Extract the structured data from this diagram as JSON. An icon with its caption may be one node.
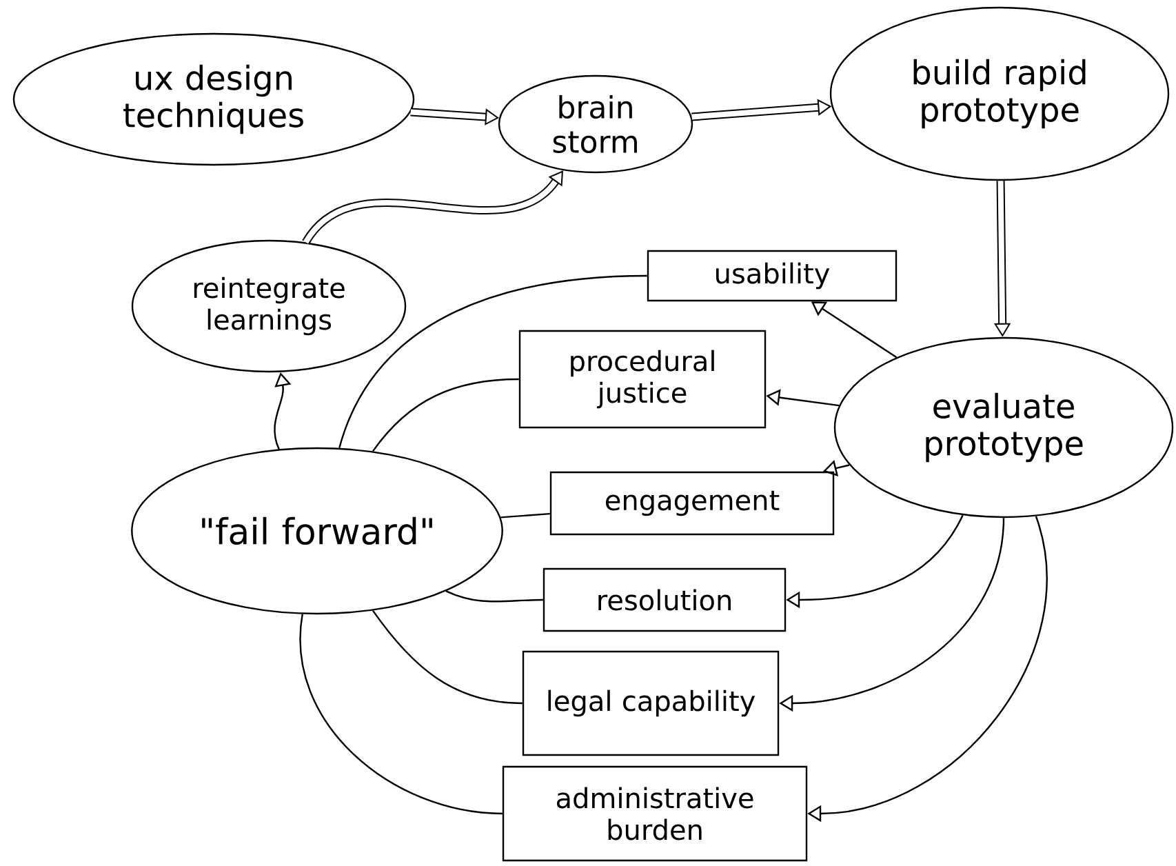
{
  "diagram": {
    "nodes": [
      {
        "text": [
          "ux design techniques"
        ]
      },
      {
        "text": [
          "brain storm"
        ]
      },
      {
        "text": [
          "build rapid prototype"
        ]
      },
      {
        "text": [
          "reintegrate learnings"
        ]
      },
      {
        "text": [
          "usability"
        ]
      },
      {
        "text": [
          "procedural justice"
        ]
      },
      {
        "text": [
          "evaluate prototype"
        ]
      },
      {
        "text": [
          "engagement"
        ]
      },
      {
        "text": [
          "\"fail forward\""
        ]
      },
      {
        "text": [
          "resolution"
        ]
      },
      {
        "text": [
          "legal capability"
        ]
      },
      {
        "text": [
          "administrative burden"
        ]
      }
    ],
    "edges": [
      {
        "from": 0,
        "to": 1,
        "arrow": "to",
        "style": "thick"
      },
      {
        "from": 1,
        "to": 2,
        "arrow": "to",
        "style": "thick"
      },
      {
        "from": 2,
        "to": 6,
        "arrow": "to",
        "style": "thick"
      },
      {
        "from": 3,
        "to": 1,
        "arrow": "to",
        "style": "thick"
      },
      {
        "from": 8,
        "to": 3,
        "arrow": "to"
      },
      {
        "from": 6,
        "to": 4,
        "arrow": "to"
      },
      {
        "from": 6,
        "to": 5,
        "arrow": "to"
      },
      {
        "from": 6,
        "to": 7,
        "arrow": "to"
      },
      {
        "from": 6,
        "to": 9,
        "arrow": "to"
      },
      {
        "from": 6,
        "to": 10,
        "arrow": "to"
      },
      {
        "from": 6,
        "to": 11,
        "arrow": "to"
      },
      {
        "from": 8,
        "to": 4,
        "arrow": "none"
      },
      {
        "from": 8,
        "to": 5,
        "arrow": "none"
      },
      {
        "from": 8,
        "to": 7,
        "arrow": "none"
      },
      {
        "from": 8,
        "to": 9,
        "arrow": "none"
      },
      {
        "from": 8,
        "to": 10,
        "arrow": "none"
      },
      {
        "from": 8,
        "to": 11,
        "arrow": "none"
      }
    ]
  }
}
